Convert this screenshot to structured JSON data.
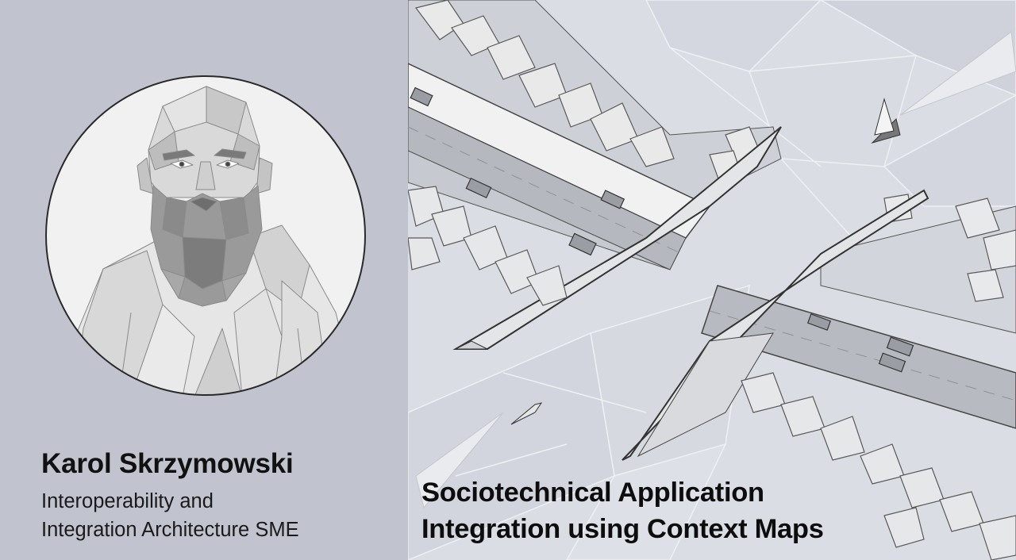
{
  "speaker": {
    "name": "Karol Skrzymowski",
    "role_line1": "Interoperability and",
    "role_line2": "Integration Architecture SME"
  },
  "talk": {
    "title_line1": "Sociotechnical Application",
    "title_line2": "Integration using Context Maps"
  },
  "colors": {
    "left_background": "#c1c4cf",
    "right_background": "#dadde4",
    "text": "#111111"
  },
  "icons": {
    "portrait": "speaker-portrait-illustration",
    "scene": "highway-bridges-river-illustration"
  }
}
